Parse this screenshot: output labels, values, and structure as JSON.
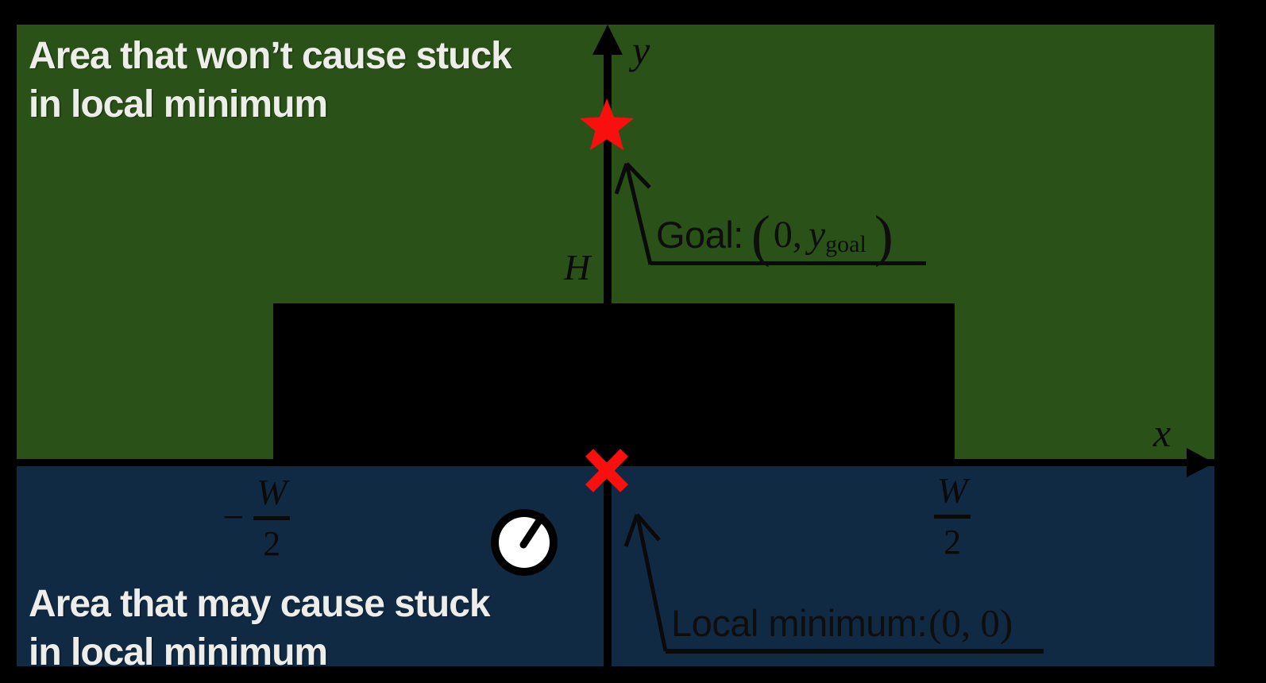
{
  "titles": {
    "top": {
      "line1": "Area that won’t cause stuck",
      "line2": "in local minimum"
    },
    "bottom": {
      "line1": "Area that may cause stuck",
      "line2": "in local minimum"
    }
  },
  "axis": {
    "x_label": "x",
    "y_label": "y"
  },
  "labels": {
    "obstacle_height": "H",
    "neg_half_width": {
      "sign": "−",
      "numerator": "W",
      "denominator": "2"
    },
    "pos_half_width": {
      "numerator": "W",
      "denominator": "2"
    },
    "goal": {
      "prefix": "Goal:",
      "open_paren": "(",
      "zero": "0,",
      "var": "y",
      "subscript": "goal",
      "close_paren": ")"
    },
    "local_minimum": {
      "prefix": "Local minimum:",
      "value": "(0, 0)"
    }
  },
  "markers": {
    "goal_star": "red five-point star at (0, y_goal)",
    "local_minimum_cross": "red X at origin (0, 0)",
    "robot": "clock-style robot icon in trap area"
  },
  "colors": {
    "safe_area_green": "#2A5117",
    "trap_area_blue": "#112A44",
    "obstacle_black": "#000000",
    "marker_red": "#FA0F0F",
    "title_white": "#EDEDE9"
  }
}
